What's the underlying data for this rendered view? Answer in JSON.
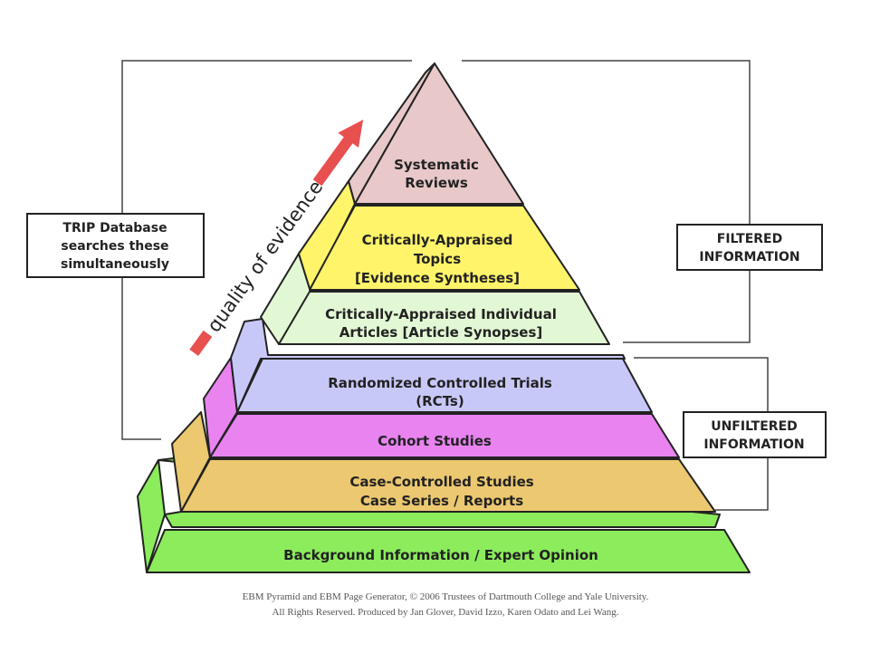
{
  "title": "EBM Pyramid",
  "tiers": [
    {
      "lines": [
        "Systematic",
        "Reviews"
      ],
      "color": "#e8c8c8"
    },
    {
      "lines": [
        "Critically-Appraised",
        "Topics",
        "[Evidence Syntheses]"
      ],
      "color": "#fff46a"
    },
    {
      "lines": [
        "Critically-Appraised Individual",
        "Articles [Article Synopses]"
      ],
      "color": "#e2f8d4"
    },
    {
      "lines": [
        "Randomized Controlled Trials",
        "(RCTs)"
      ],
      "color": "#c8c8f8"
    },
    {
      "lines": [
        "Cohort Studies"
      ],
      "color": "#e883f0"
    },
    {
      "lines": [
        "Case-Controlled Studies",
        "Case Series / Reports"
      ],
      "color": "#ecc870"
    },
    {
      "lines": [
        "Background Information / Expert Opinion"
      ],
      "color": "#8cec5c"
    }
  ],
  "arrow_label": "quality of evidence",
  "arrow_color": "#e85050",
  "trip_box": [
    "TRIP Database",
    "searches these",
    "simultaneously"
  ],
  "filtered_box": [
    "FILTERED",
    "INFORMATION"
  ],
  "unfiltered_box": [
    "UNFILTERED",
    "INFORMATION"
  ],
  "credits": [
    "EBM Pyramid and EBM Page Generator, © 2006 Trustees of Dartmouth College and Yale University.",
    "All Rights Reserved. Produced by Jan Glover, David Izzo, Karen Odato and Lei Wang."
  ]
}
